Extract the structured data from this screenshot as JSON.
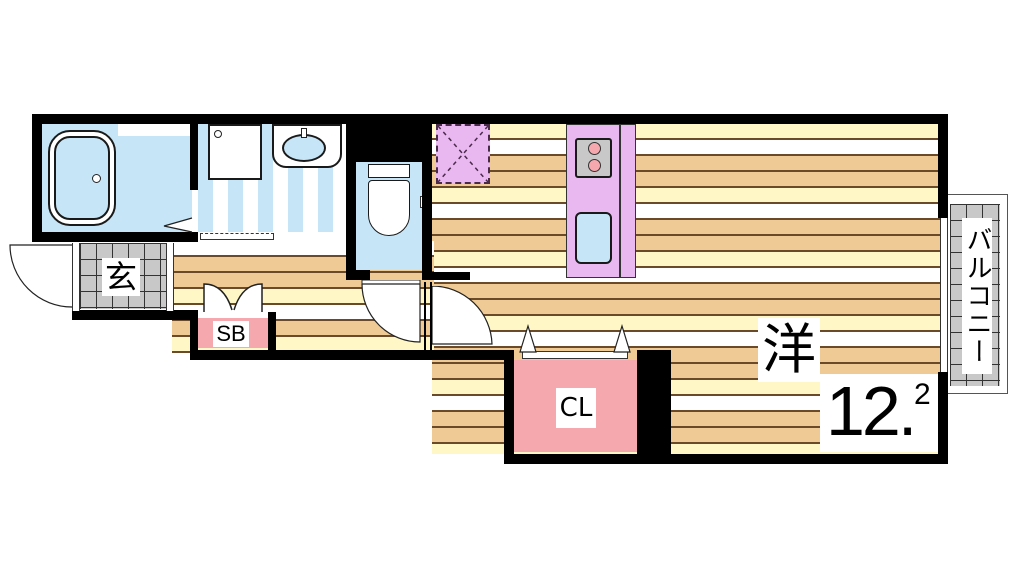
{
  "floorplan": {
    "rooms": {
      "western_room": {
        "label": "洋",
        "size_main": "12.",
        "size_sup": "2"
      },
      "entrance": {
        "label": "玄"
      },
      "shoe_box": {
        "label": "SB"
      },
      "closet": {
        "label": "CL"
      },
      "balcony": {
        "label": "バルコニー"
      }
    },
    "fixtures": [
      "bathtub-icon",
      "washer-icon",
      "washbasin-icon",
      "toilet-icon",
      "stove-icon",
      "sink-icon",
      "fridge-space-icon"
    ],
    "colors": {
      "wall": "#000000",
      "floor_cream": "#fff7c6",
      "floor_tan": "#efca94",
      "wet_area_blue": "#c6e6f8",
      "kitchen_purple": "#e9b8f0",
      "closet_pink": "#f5a9ae",
      "tile_gray": "#c8c8c8"
    }
  }
}
